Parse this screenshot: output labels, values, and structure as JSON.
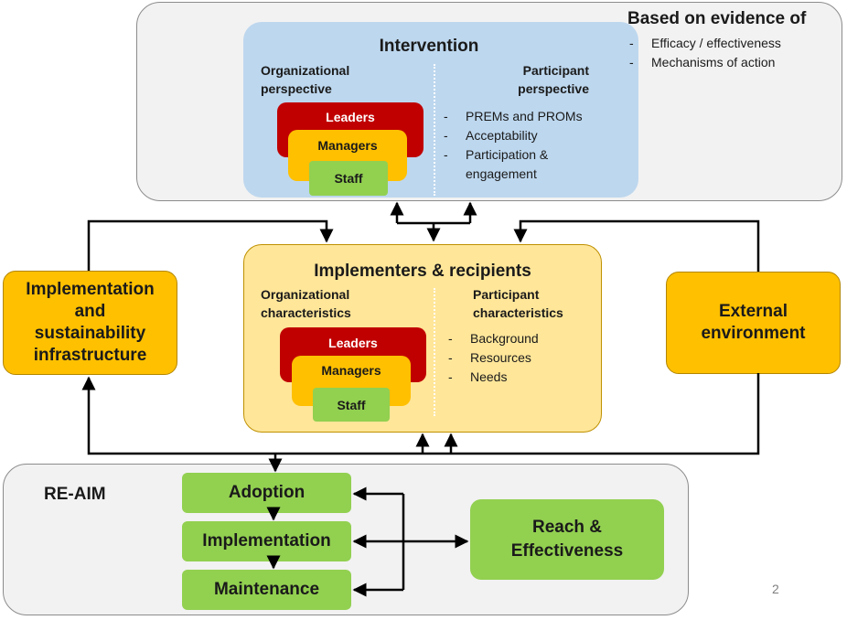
{
  "evidence": {
    "title": "Based on evidence of",
    "items": [
      "Efficacy / effectiveness",
      "Mechanisms of action"
    ]
  },
  "intervention": {
    "title": "Intervention",
    "org_perspective": "Organizational\nperspective",
    "participant_perspective": "Participant\nperspective",
    "layers": [
      "Leaders",
      "Managers",
      "Staff"
    ],
    "items": [
      "PREMs and PROMs",
      "Acceptability",
      "Participation &\nengagement"
    ]
  },
  "implementers": {
    "title": "Implementers & recipients",
    "org_characteristics": "Organizational\ncharacteristics",
    "participant_characteristics": "Participant\ncharacteristics",
    "layers": [
      "Leaders",
      "Managers",
      "Staff"
    ],
    "items": [
      "Background",
      "Resources",
      "Needs"
    ]
  },
  "infrastructure": {
    "label": "Implementation\nand\nsustainability\ninfrastructure"
  },
  "environment": {
    "label": "External\nenvironment"
  },
  "reaim": {
    "title": "RE-AIM",
    "stages": [
      "Adoption",
      "Implementation",
      "Maintenance"
    ],
    "reach": "Reach &\nEffectiveness"
  },
  "page_number": "2",
  "colors": {
    "gray_panel": "#f2f2f2",
    "blue_panel": "#bdd7ee",
    "yellow_panel": "#ffe699",
    "orange": "#ffc000",
    "red": "#c00000",
    "green": "#92d050"
  }
}
